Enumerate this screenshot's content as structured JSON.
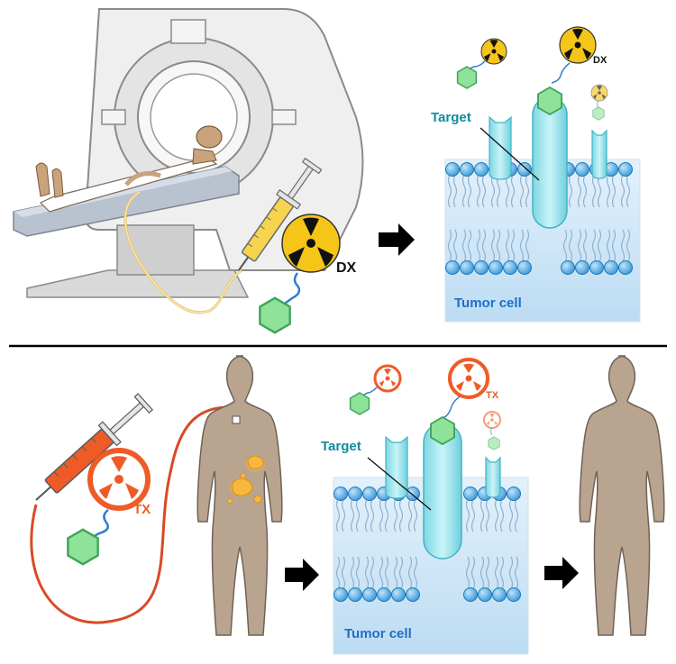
{
  "top_panel": {
    "dx_label_small": "DX",
    "dx_label_large": "DX",
    "target_label": "Target",
    "cell_label": "Tumor cell"
  },
  "bottom_panel": {
    "tx_label_small": "TX",
    "tx_label_large": "TX",
    "target_label": "Target",
    "cell_label": "Tumor cell"
  },
  "colors": {
    "diagnostic_radiation": "#f2c21a",
    "therapeutic_radiation": "#ee5b27",
    "membrane_head": "#4aa8e4",
    "cytoplasm": "#cfe6f7",
    "receptor": "#aee9ef",
    "ligand": "#8fe29a",
    "label_text": "#0f8c9c",
    "cell_text": "#1d6fc7",
    "body_skin": "#b9a48f",
    "arrow": "#000000"
  },
  "icons": [
    "mri-scanner-icon",
    "patient-icon",
    "syringe-icon",
    "radiation-icon",
    "hexagon-ligand-icon",
    "human-body-icon",
    "arrow-right-icon"
  ]
}
